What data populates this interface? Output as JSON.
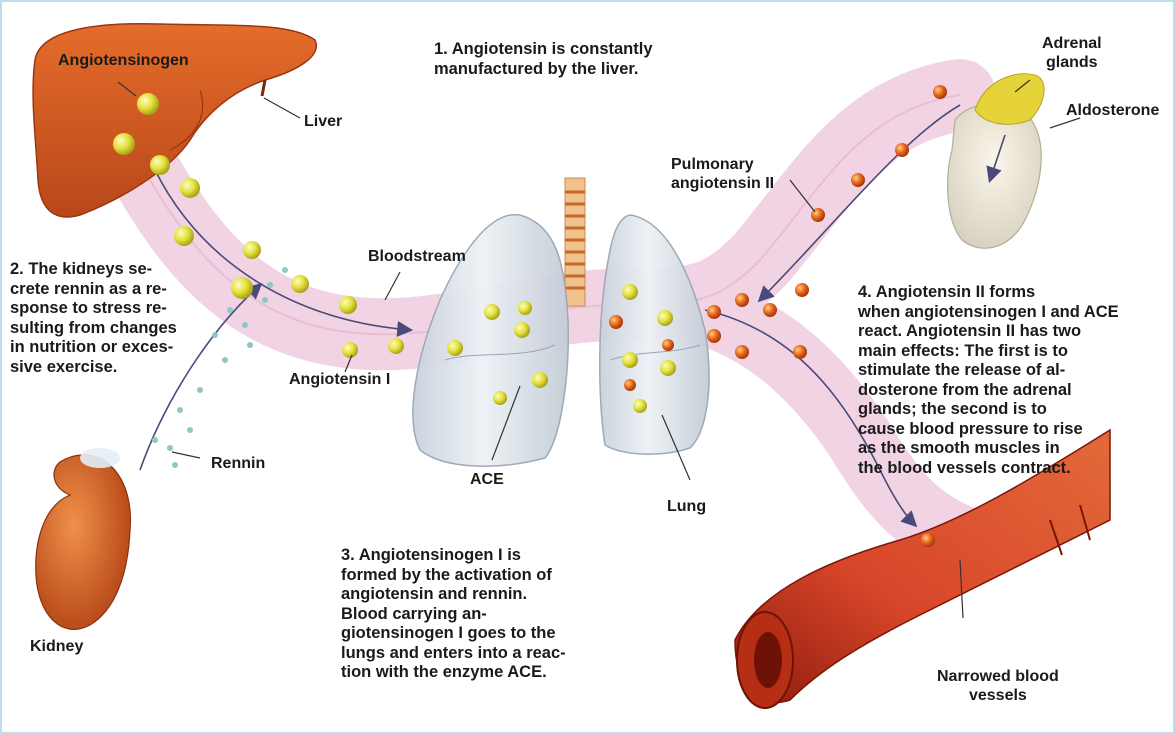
{
  "title": "",
  "steps": {
    "step1": "1. Angiotensin is constantly\nmanufactured by the liver.",
    "step2": "2. The kidneys se-\ncrete rennin as a re-\nsponse to stress re-\nsulting from changes\nin nutrition or exces-\nsive exercise.",
    "step3": "3. Angiotensinogen I is\nformed by the activation of\nangiotensin and rennin.\nBlood carrying an-\ngiotensinogen I goes to the\nlungs and enters into a reac-\ntion with the enzyme ACE.",
    "step4": "4. Angiotensin II forms\nwhen angiotensinogen I and ACE\nreact. Angiotensin II has two\nmain effects: The first is to\nstimulate the release of al-\ndosterone from the adrenal\nglands; the second is to\ncause blood pressure to rise\nas the smooth muscles in\nthe blood vessels contract."
  },
  "labels": {
    "angiotensinogen": "Angiotensinogen",
    "liver": "Liver",
    "bloodstream": "Bloodstream",
    "angiotensin_i": "Angiotensin I",
    "ace": "ACE",
    "lung": "Lung",
    "pulmonary": "Pulmonary\nangiotensin II",
    "adrenal": "Adrenal\nglands",
    "aldosterone": "Aldosterone",
    "rennin": "Rennin",
    "kidney": "Kidney",
    "narrowed": "Narrowed blood\nvessels"
  },
  "colors": {
    "frame": "#bcdff0",
    "liver": "#d2551f",
    "bloodstream": "#f1d3e4",
    "lung": "#dde5ec",
    "yellow_molecule": "#e3e23a",
    "orange_molecule": "#e5641a",
    "vessel": "#c8341a",
    "kidney": "#d4622a",
    "adrenal": "#e6d33a"
  }
}
